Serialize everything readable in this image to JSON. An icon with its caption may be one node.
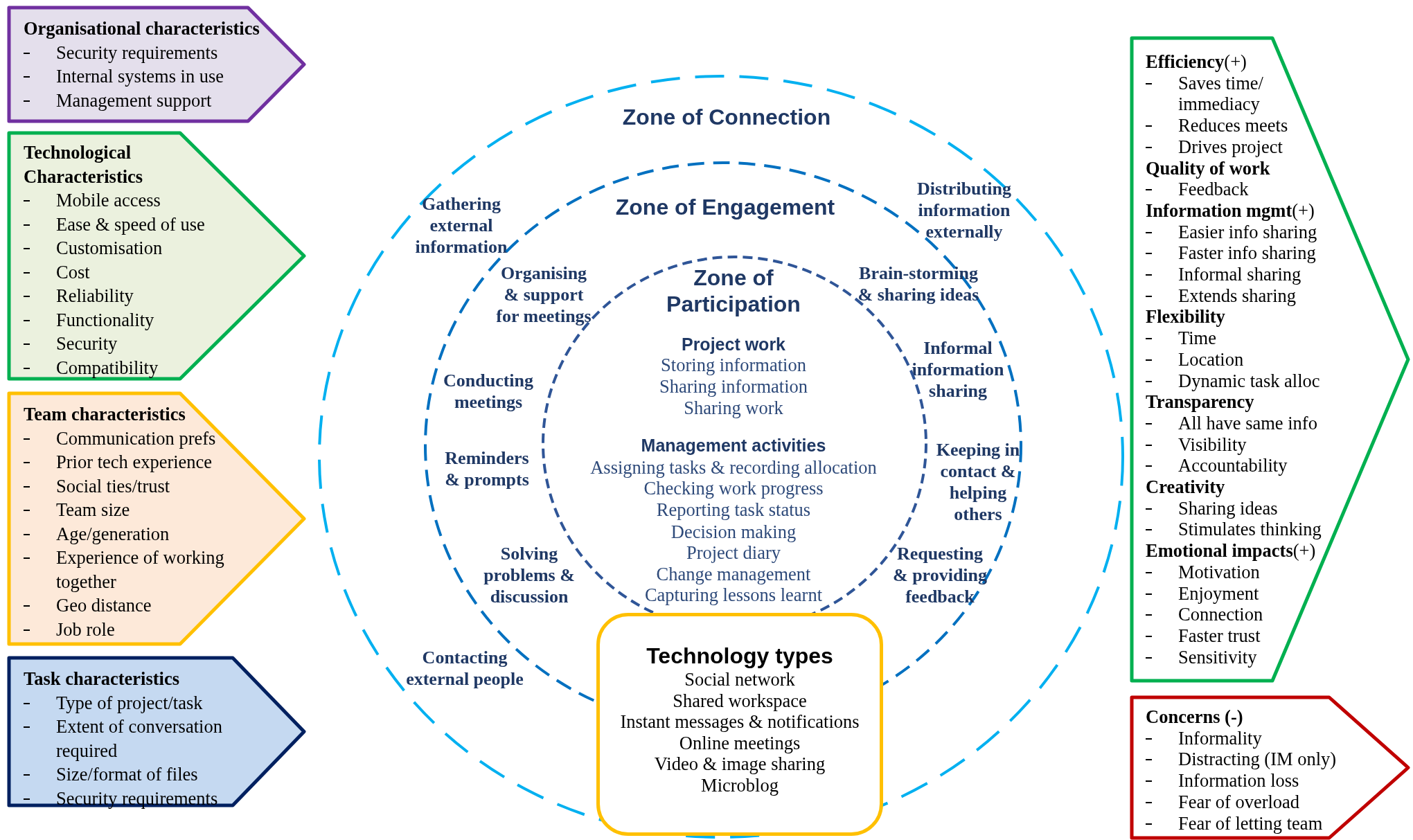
{
  "diagram": {
    "nodes": [
      {
        "text": [
          "Organisational characteristics",
          "Security requirements",
          "Internal systems in use",
          "Management support"
        ]
      },
      {
        "text": [
          "Technological Characteristics",
          "Mobile access",
          "Ease & speed of use",
          "Customisation",
          "Cost",
          "Reliability",
          "Functionality",
          "Security",
          "Compatibility"
        ]
      },
      {
        "text": [
          "Team characteristics",
          "Communication prefs",
          "Prior tech experience",
          "Social ties/trust",
          "Team size",
          "Age/generation",
          "Experience of working together",
          "Geo distance",
          "Job role"
        ]
      },
      {
        "text": [
          "Task characteristics",
          "Type of project/task",
          "Extent of conversation required",
          "Size/format of files",
          "Security requirements"
        ]
      },
      {
        "text": [
          "Zone of Connection",
          "Gathering external information",
          "Distributing information externally",
          "Contacting external people"
        ]
      },
      {
        "text": [
          "Zone of Engagement",
          "Organising & support for meetings",
          "Brain-storming & sharing ideas",
          "Conducting meetings",
          "Informal information sharing",
          "Reminders & prompts",
          "Keeping in contact & helping others",
          "Solving problems & discussion",
          "Requesting & providing feedback"
        ],
        "in": 4
      },
      {
        "text": [
          "Zone of Participation",
          "Project work",
          "Storing information",
          "Sharing information",
          "Sharing work",
          "Management activities",
          "Assigning tasks & recording allocation",
          "Checking work progress",
          "Reporting task status",
          "Decision making",
          "Project diary",
          "Change management",
          "Capturing lessons learnt"
        ],
        "in": 5
      },
      {
        "text": [
          "Technology types",
          "Social network",
          "Shared workspace",
          "Instant messages & notifications",
          "Online meetings",
          "Video & image sharing",
          "Microblog"
        ],
        "in": 4
      },
      {
        "text": [
          "**Efficiency**(+)",
          "Saves time/ immediacy",
          "Reduces meets",
          "Drives project",
          "**Quality of work**",
          "Feedback",
          "**Information mgmt**(+)",
          "Easier info sharing",
          "Faster info sharing",
          "Informal sharing",
          "Extends sharing",
          "**Flexibility**",
          "Time",
          "Location",
          "Dynamic task alloc",
          "**Transparency**",
          "All have same info",
          "Visibility",
          "Accountability",
          "**Creativity**",
          "Sharing ideas",
          "Stimulates thinking",
          "**Emotional impacts**(+)",
          "Motivation",
          "Enjoyment",
          "Connection",
          "Faster trust",
          "Sensitivity"
        ]
      },
      {
        "text": [
          "Concerns (-)",
          "Informality",
          "Distracting (IM only)",
          "Information loss",
          "Fear of overload",
          "Fear of letting team"
        ]
      }
    ]
  }
}
